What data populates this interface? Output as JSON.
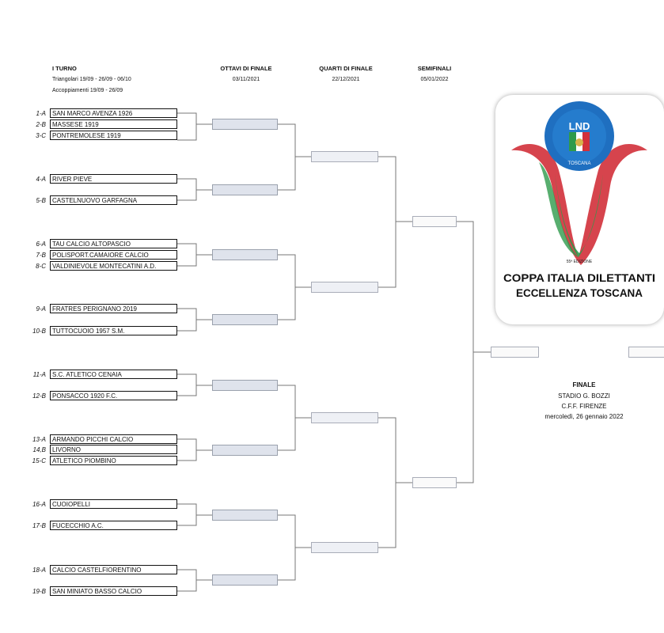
{
  "headers": {
    "round1": {
      "title": "I TURNO",
      "line1": "Triangolari 19/09 - 26/09 - 06/10",
      "line2": "Accoppiamenti 19/09 - 26/09"
    },
    "round16": {
      "title": "OTTAVI DI FINALE",
      "date": "03/11/2021"
    },
    "quarters": {
      "title": "QUARTI DI FINALE",
      "date": "22/12/2021"
    },
    "semis": {
      "title": "SEMIFINALI",
      "date": "05/01/2022"
    }
  },
  "teams": [
    {
      "code": "1-A",
      "name": "SAN MARCO AVENZA 1926"
    },
    {
      "code": "2-B",
      "name": "MASSESE 1919"
    },
    {
      "code": "3-C",
      "name": "PONTREMOLESE 1919"
    },
    {
      "code": "4-A",
      "name": "RIVER PIEVE"
    },
    {
      "code": "5-B",
      "name": "CASTELNUOVO GARFAGNA"
    },
    {
      "code": "6-A",
      "name": "TAU CALCIO ALTOPASCIO"
    },
    {
      "code": "7-B",
      "name": "POLISPORT.CAMAIORE CALCIO"
    },
    {
      "code": "8-C",
      "name": "VALDINIEVOLE MONTECATINI A.D."
    },
    {
      "code": "9-A",
      "name": "FRATRES PERIGNANO 2019"
    },
    {
      "code": "10-B",
      "name": "TUTTOCUOIO 1957 S.M."
    },
    {
      "code": "11-A",
      "name": "S.C. ATLETICO CENAIA"
    },
    {
      "code": "12-B",
      "name": "PONSACCO 1920 F.C."
    },
    {
      "code": "13-A",
      "name": "ARMANDO PICCHI CALCIO"
    },
    {
      "code": "14,B",
      "name": "LIVORNO"
    },
    {
      "code": "15-C",
      "name": "ATLETICO PIOMBINO"
    },
    {
      "code": "16-A",
      "name": "CUOIOPELLI"
    },
    {
      "code": "17-B",
      "name": "FUCECCHIO A.C."
    },
    {
      "code": "18-A",
      "name": "CALCIO CASTELFIORENTINO"
    },
    {
      "code": "19-B",
      "name": "SAN MINIATO BASSO CALCIO"
    }
  ],
  "final": {
    "title": "FINALE",
    "venue": "STADIO G. BOZZI",
    "city": "C.F.F. FIRENZE",
    "date": "mercoledì, 26 gennaio 2022"
  },
  "logo": {
    "badge": "LND",
    "region": "TOSCANA",
    "edition": "55ª EDIZIONE",
    "title_line1": "COPPA ITALIA DILETTANTI",
    "title_line2": "ECCELLENZA TOSCANA",
    "colors": {
      "blue": "#1f6fc0",
      "green": "#2e9a4b",
      "red": "#d2303a"
    }
  }
}
